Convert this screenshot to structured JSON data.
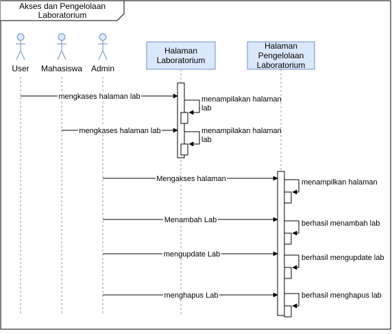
{
  "frame": {
    "title_line1": "Akses dan Pengelolaan",
    "title_line2": "Laboratorium"
  },
  "actors": [
    {
      "id": "user",
      "label": "User"
    },
    {
      "id": "mahasiswa",
      "label": "Mahasiswa"
    },
    {
      "id": "admin",
      "label": "Admin"
    }
  ],
  "lifelines": [
    {
      "id": "halaman-lab",
      "lines": [
        "Halaman",
        "Laboratorium"
      ]
    },
    {
      "id": "halaman-pengelolaan",
      "lines": [
        "Halaman",
        "Pengelolaan",
        "Laboratorium"
      ]
    }
  ],
  "messages": [
    {
      "label": "mengkases halaman lab"
    },
    {
      "label": "mengkases halaman lab"
    },
    {
      "label": "Mengakses halaman"
    },
    {
      "label": "Menambah Lab"
    },
    {
      "label": "mengupdate Lab"
    },
    {
      "label": "menghapus Lab"
    }
  ],
  "self_messages": [
    {
      "lines": [
        "menampilakan halaman",
        "lab"
      ]
    },
    {
      "lines": [
        "menampilakan halaman",
        "lab"
      ]
    },
    {
      "lines": [
        "menampilkan halaman"
      ]
    },
    {
      "lines": [
        "berhasil menambah lab"
      ]
    },
    {
      "lines": [
        "berhasil mengupdate lab"
      ]
    },
    {
      "lines": [
        "berhasil menghapus lab"
      ]
    }
  ],
  "colors": {
    "actor_fill": "#dae8fc",
    "actor_stroke": "#6c8ebf",
    "line": "#000000",
    "lifeline_dash": "#999999"
  }
}
